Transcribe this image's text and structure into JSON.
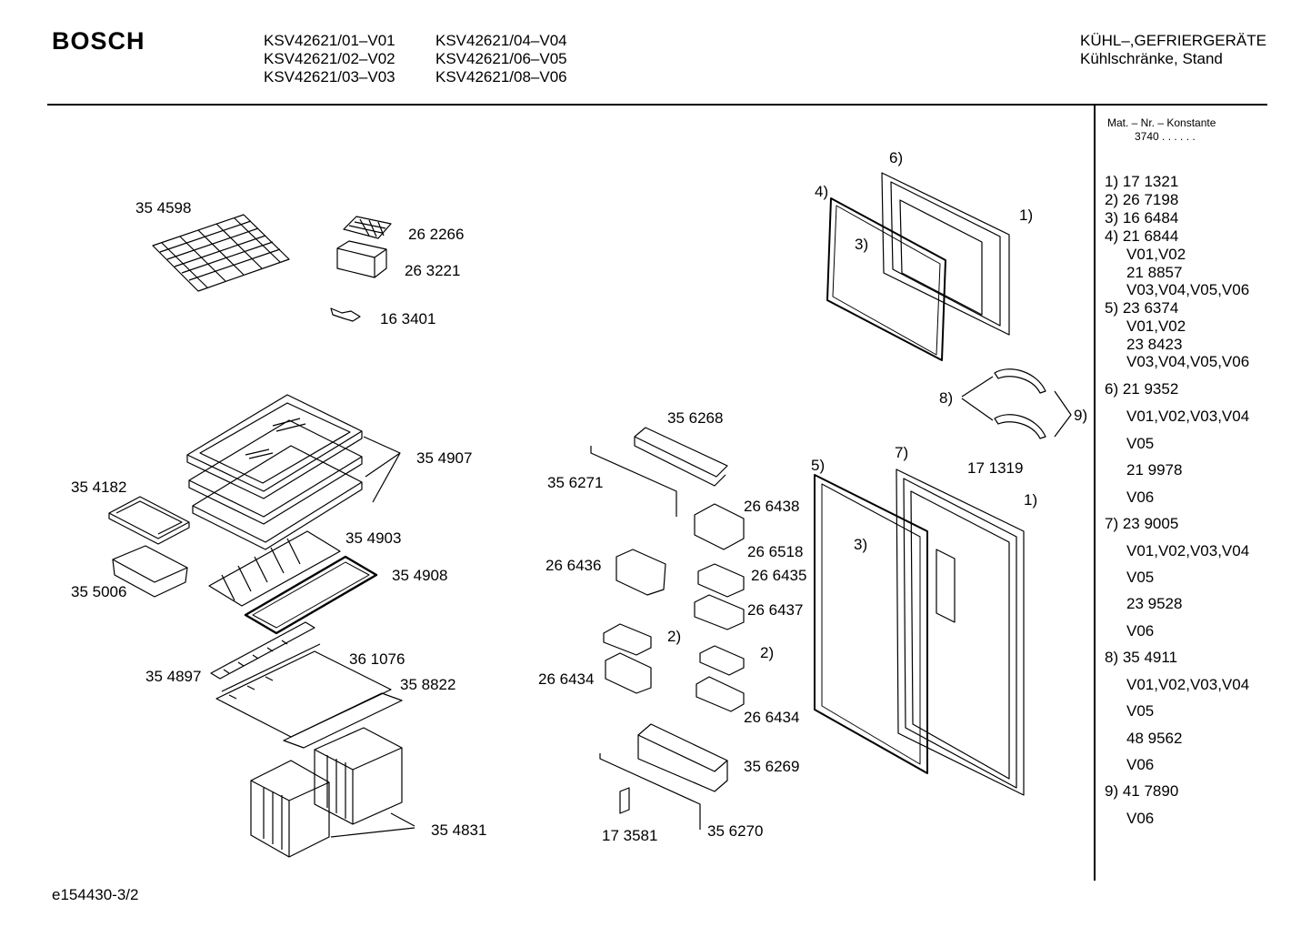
{
  "header": {
    "brand": "BOSCH",
    "models_col1": [
      "KSV42621/01–V01",
      "KSV42621/02–V02",
      "KSV42621/03–V03"
    ],
    "models_col2": [
      "KSV42621/04–V04",
      "KSV42621/06–V05",
      "KSV42621/08–V06"
    ],
    "category_line1": "KÜHL–,GEFRIERGERÄTE",
    "category_line2": "Kühlschränke, Stand"
  },
  "sidebar": {
    "mat_title": "Mat. – Nr. – Konstante",
    "mat_value": "3740  .  .    .  .  .  .",
    "legend": [
      "1) 17 1321",
      "2) 26 7198",
      "3) 16 6484",
      "4) 21 6844",
      "V01,V02",
      "21 8857",
      "V03,V04,V05,V06",
      "5) 23 6374",
      "V01,V02",
      "23 8423",
      "V03,V04,V05,V06",
      "6) 21 9352",
      "V01,V02,V03,V04",
      "V05",
      "21 9978",
      "V06",
      "7) 23 9005",
      "V01,V02,V03,V04",
      "V05",
      "23 9528",
      "V06",
      "8) 35 4911",
      "V01,V02,V03,V04",
      "V05",
      "48 9562",
      "V06",
      "9) 41 7890",
      "V06"
    ]
  },
  "parts": {
    "p354598": "35 4598",
    "p262266": "26 2266",
    "p263221": "26 3221",
    "p163401": "16 3401",
    "p354907": "35 4907",
    "p354182": "35 4182",
    "p354903": "35 4903",
    "p354908": "35 4908",
    "p355006": "35 5006",
    "p354897": "35 4897",
    "p361076": "36 1076",
    "p358822": "35 8822",
    "p354831": "35 4831",
    "p356268": "35 6268",
    "p356271": "35 6271",
    "p266438": "26 6438",
    "p266518": "26 6518",
    "p266436": "26 6436",
    "p266435": "26 6435",
    "p266437": "26 6437",
    "p266434a": "26 6434",
    "p266434b": "26 6434",
    "p356269": "35 6269",
    "p173581": "17 3581",
    "p356270": "35 6270",
    "p171319": "17 1319"
  },
  "callouts": {
    "c6": "6)",
    "c4": "4)",
    "c3a": "3)",
    "c1a": "1)",
    "c8": "8)",
    "c9": "9)",
    "c5": "5)",
    "c7": "7)",
    "c1b": "1)",
    "c3b": "3)",
    "c2a": "2)",
    "c2b": "2)"
  },
  "footer": {
    "code": "e154430-3/2"
  }
}
